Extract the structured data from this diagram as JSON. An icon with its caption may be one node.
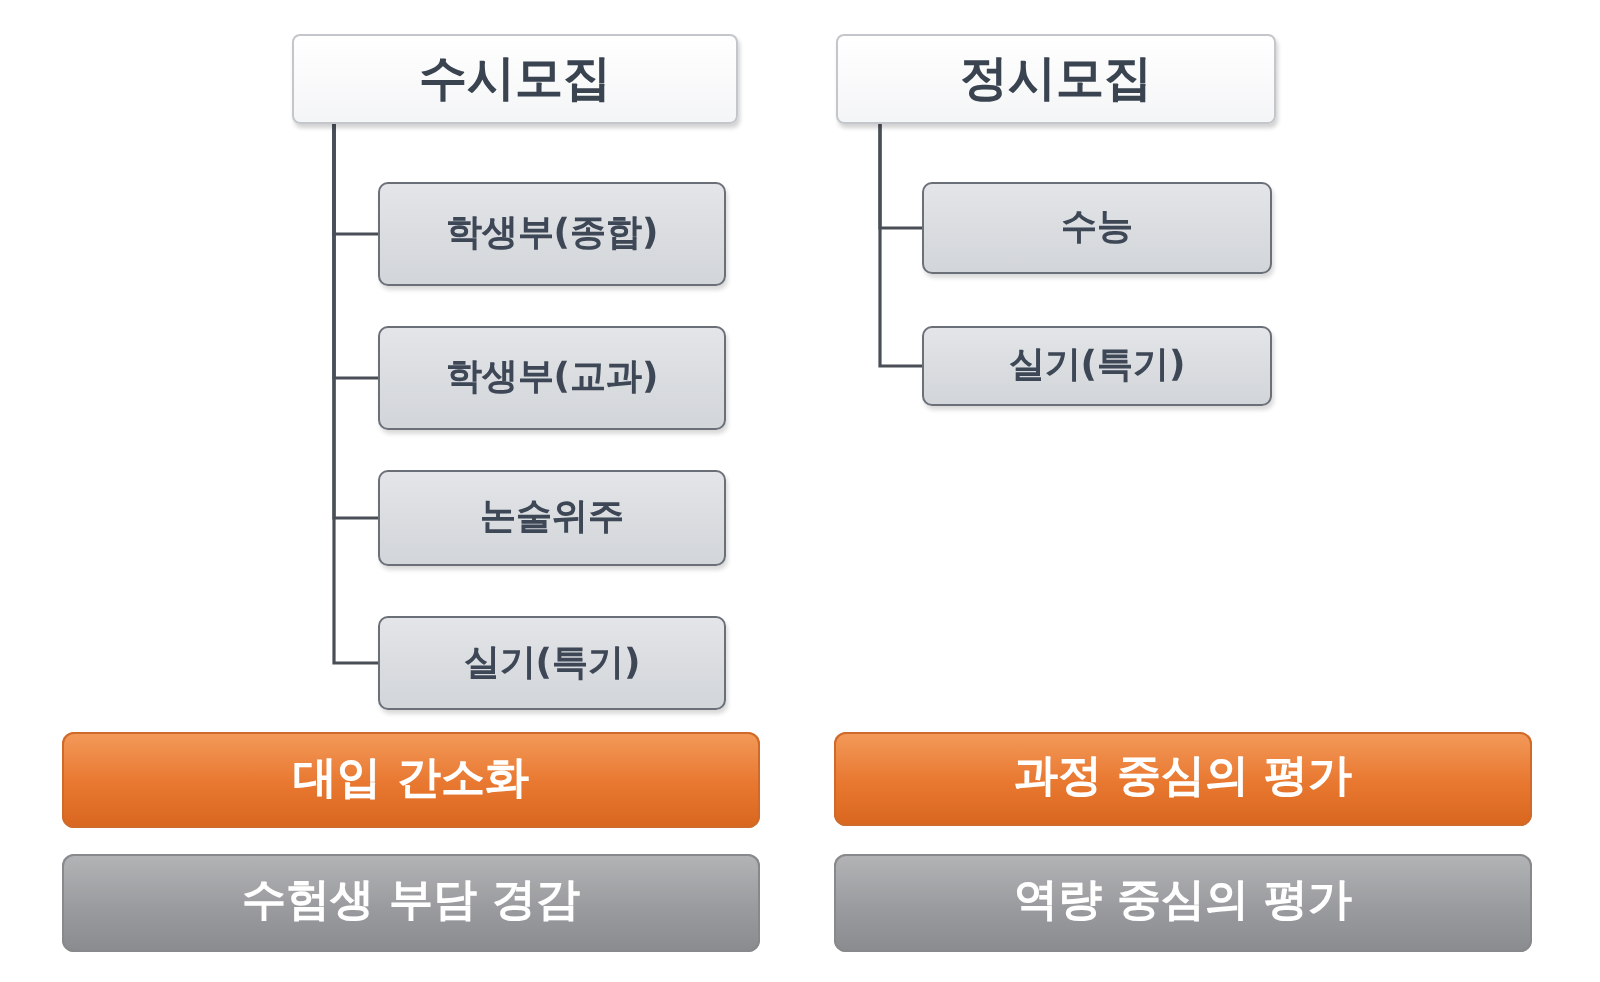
{
  "diagram": {
    "nodes": [
      {
        "text": [
          "수시모집"
        ]
      },
      {
        "text": [
          "학생부(종합)"
        ]
      },
      {
        "text": [
          "학생부(교과)"
        ]
      },
      {
        "text": [
          "논술위주"
        ]
      },
      {
        "text": [
          "실기(특기)"
        ]
      },
      {
        "text": [
          "정시모집"
        ]
      },
      {
        "text": [
          "수능"
        ]
      },
      {
        "text": [
          "실기(특기)"
        ]
      },
      {
        "text": [
          "대입 간소화"
        ]
      },
      {
        "text": [
          "과정 중심의 평가"
        ]
      },
      {
        "text": [
          "수험생 부담 경감"
        ]
      },
      {
        "text": [
          "역량 중심의 평가"
        ]
      }
    ],
    "edges": [
      {
        "from": 0,
        "to": 1,
        "arrow": "none"
      },
      {
        "from": 0,
        "to": 2,
        "arrow": "none"
      },
      {
        "from": 0,
        "to": 3,
        "arrow": "none"
      },
      {
        "from": 0,
        "to": 4,
        "arrow": "none"
      },
      {
        "from": 5,
        "to": 6,
        "arrow": "none"
      },
      {
        "from": 5,
        "to": 7,
        "arrow": "none"
      }
    ]
  }
}
